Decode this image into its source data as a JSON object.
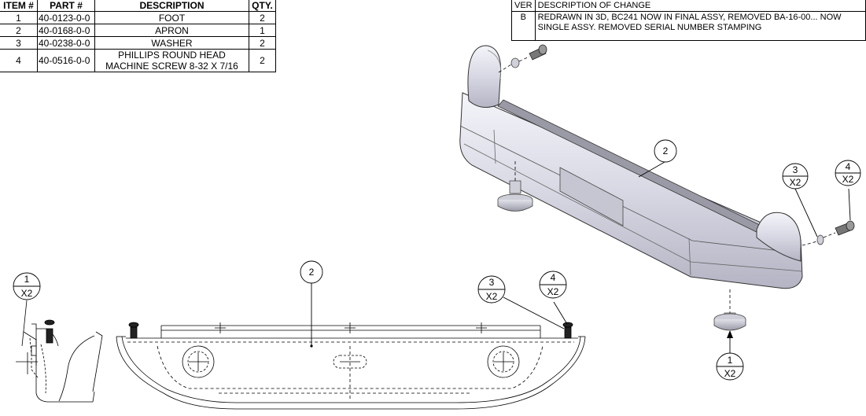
{
  "bom": {
    "headers": [
      "ITEM #",
      "PART #",
      "DESCRIPTION",
      "QTY."
    ],
    "rows": [
      {
        "item": "1",
        "part": "40-0123-0-0",
        "description": "FOOT",
        "qty": "2"
      },
      {
        "item": "2",
        "part": "40-0168-0-0",
        "description": "APRON",
        "qty": "1"
      },
      {
        "item": "3",
        "part": "40-0238-0-0",
        "description": "WASHER",
        "qty": "2"
      },
      {
        "item": "4",
        "part": "40-0516-0-0",
        "description": "PHILLIPS ROUND HEAD MACHINE SCREW 8-32 X 7/16",
        "qty": "2"
      }
    ]
  },
  "revision": {
    "headers": [
      "VER",
      "DESCRIPTION OF CHANGE"
    ],
    "rows": [
      {
        "ver": "B",
        "description": "REDRAWN IN 3D, BC241 NOW IN FINAL ASSY, REMOVED BA-16-00... NOW SINGLE ASSY. REMOVED SERIAL NUMBER STAMPING"
      }
    ]
  },
  "balloons": {
    "iso_apron": {
      "num": "2"
    },
    "iso_washer": {
      "num": "3",
      "qty": "X2"
    },
    "iso_screw": {
      "num": "4",
      "qty": "X2"
    },
    "iso_foot": {
      "num": "1",
      "qty": "X2"
    },
    "side_foot": {
      "num": "1",
      "qty": "X2"
    },
    "front_apron": {
      "num": "2"
    },
    "front_washer": {
      "num": "3",
      "qty": "X2"
    },
    "front_screw": {
      "num": "4",
      "qty": "X2"
    }
  }
}
